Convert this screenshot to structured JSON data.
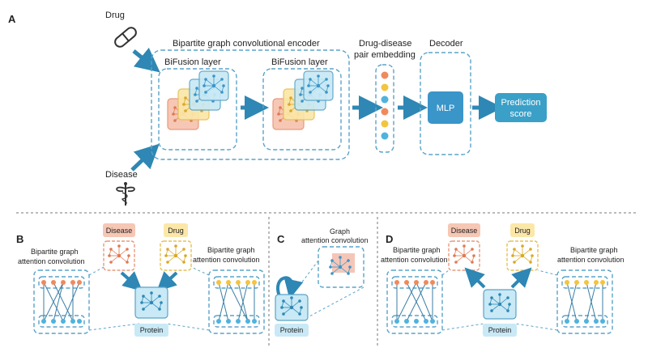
{
  "panels": {
    "a": "A",
    "b": "B",
    "c": "C",
    "d": "D"
  },
  "panel_a": {
    "drug": "Drug",
    "disease": "Disease",
    "encoder_title": "Bipartite graph convolutional encoder",
    "bifusion_1": "BiFusion layer",
    "bifusion_2": "BiFusion layer",
    "pair_embedding_line1": "Drug-disease",
    "pair_embedding_line2": "pair embedding",
    "decoder": "Decoder",
    "mlp": "MLP",
    "prediction_line1": "Prediction",
    "prediction_line2": "score"
  },
  "panel_b": {
    "disease": "Disease",
    "drug": "Drug",
    "protein": "Protein",
    "left_label_line1": "Bipartite graph",
    "left_label_line2": "attention convolution",
    "right_label_line1": "Bipartite graph",
    "right_label_line2": "attention convolution"
  },
  "panel_c": {
    "label_line1": "Graph",
    "label_line2": "attention convolution",
    "protein": "Protein"
  },
  "panel_d": {
    "disease": "Disease",
    "drug": "Drug",
    "protein": "Protein",
    "left_label_line1": "Bipartite graph",
    "left_label_line2": "attention convolution",
    "right_label_line1": "Bipartite graph",
    "right_label_line2": "attention convolution"
  },
  "colors": {
    "blue_arrow": "#2e87b4",
    "box_blue": "#3a95c9",
    "pred_box": "#3aa0c8",
    "disease_fill": "#f6c7b4",
    "drug_fill": "#fbe7a8",
    "protein_fill": "#c8e9f5",
    "node_orange": "#f08a5d",
    "node_yellow": "#f3c43d",
    "node_blue": "#4fb3de",
    "dashed_blue": "#5aa3c8"
  },
  "icons": [
    "pill-icon",
    "caduceus-icon",
    "graph-network-icon"
  ]
}
